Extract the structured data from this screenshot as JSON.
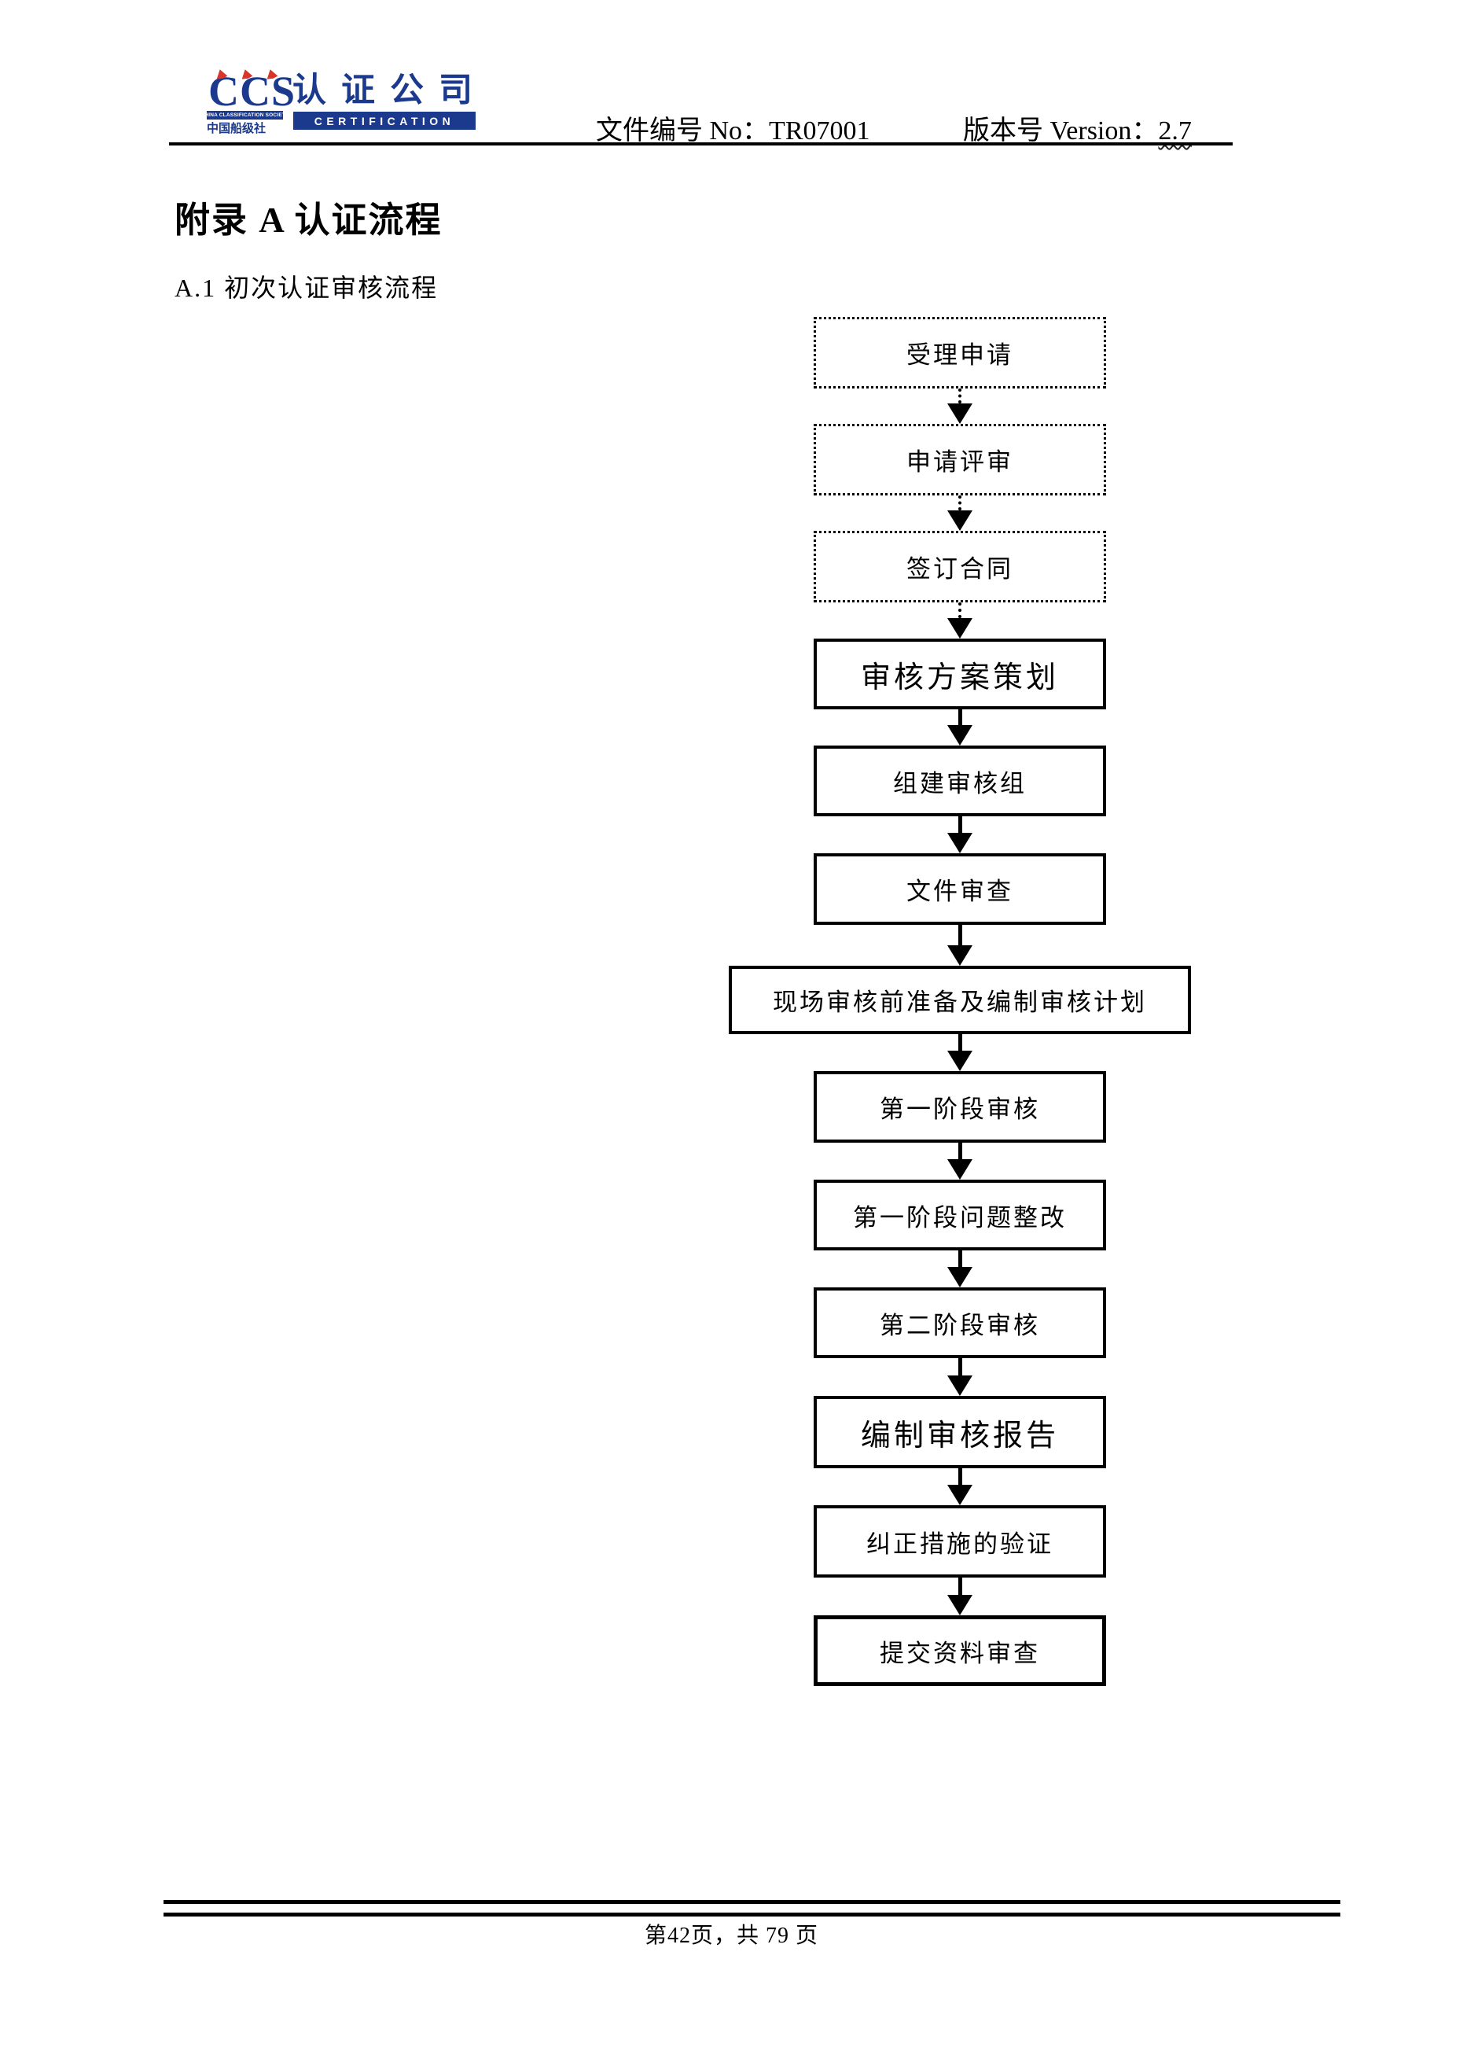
{
  "header": {
    "logo": {
      "ccs": "CCS",
      "society_en": "CHINA CLASSIFICATION SOCIETY",
      "society_cn": "中国船级社",
      "company_cn": "认证公司",
      "certification": "CERTIFICATION",
      "blue": "#1b3a8d",
      "red": "#d9352b"
    },
    "doc_no_label": "文件编号 No：TR07001",
    "version_label": "版本号 Version：",
    "version_value": "2.7"
  },
  "title": "附录 A 认证流程",
  "subtitle": "A.1 初次认证审核流程",
  "flowchart": {
    "steps": [
      {
        "label": "受理申请",
        "border": "dashed"
      },
      {
        "label": "申请评审",
        "border": "dashed"
      },
      {
        "label": "签订合同",
        "border": "dashed"
      },
      {
        "label": "审核方案策划",
        "border": "solid",
        "emphasis": "large"
      },
      {
        "label": "组建审核组",
        "border": "solid"
      },
      {
        "label": "文件审查",
        "border": "solid"
      },
      {
        "label": "现场审核前准备及编制审核计划",
        "border": "solid",
        "wide": true
      },
      {
        "label": "第一阶段审核",
        "border": "solid"
      },
      {
        "label": "第一阶段问题整改",
        "border": "solid"
      },
      {
        "label": "第二阶段审核",
        "border": "solid"
      },
      {
        "label": "编制审核报告",
        "border": "solid",
        "emphasis": "large"
      },
      {
        "label": "纠正措施的验证",
        "border": "solid"
      },
      {
        "label": "提交资料审查",
        "border": "solid"
      }
    ],
    "connector_styles": {
      "first_three": "dotted",
      "rest": "solid"
    }
  },
  "footer": {
    "page_text": "第42页，共 79 页"
  }
}
